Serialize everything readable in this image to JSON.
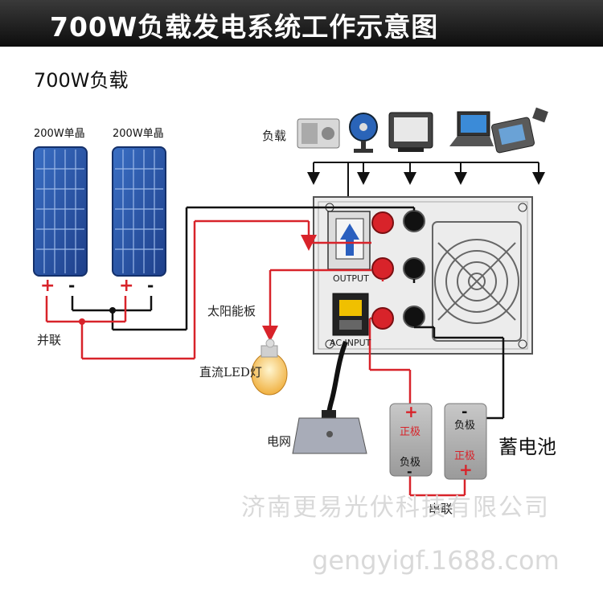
{
  "header": {
    "title": "700W负载发电系统工作示意图"
  },
  "subtitle": "700W负载",
  "panels": [
    {
      "label": "200W单晶",
      "plus": "+",
      "minus": "-"
    },
    {
      "label": "200W单晶",
      "plus": "+",
      "minus": "-"
    }
  ],
  "labels": {
    "parallel": "并联",
    "load": "负载",
    "solar_panel": "太阳能板",
    "dc_led": "直流LED灯",
    "grid": "电网",
    "battery": "蓄电池",
    "series": "串联",
    "output": "OUTPUT",
    "ac_input": "AC INPUT"
  },
  "batteries": [
    {
      "top_sign": "+",
      "top_label": "正极",
      "bottom_label": "负极",
      "bottom_sign": "-"
    },
    {
      "top_sign": "-",
      "top_label": "负极",
      "bottom_label": "正极",
      "bottom_sign": "+"
    }
  ],
  "watermark": {
    "company": "济南更易光伏科技有限公司",
    "url": "gengyigf.1688.com"
  },
  "colors": {
    "positive": "#d8232a",
    "negative": "#111111",
    "header_bg": "#1a1a1a"
  }
}
